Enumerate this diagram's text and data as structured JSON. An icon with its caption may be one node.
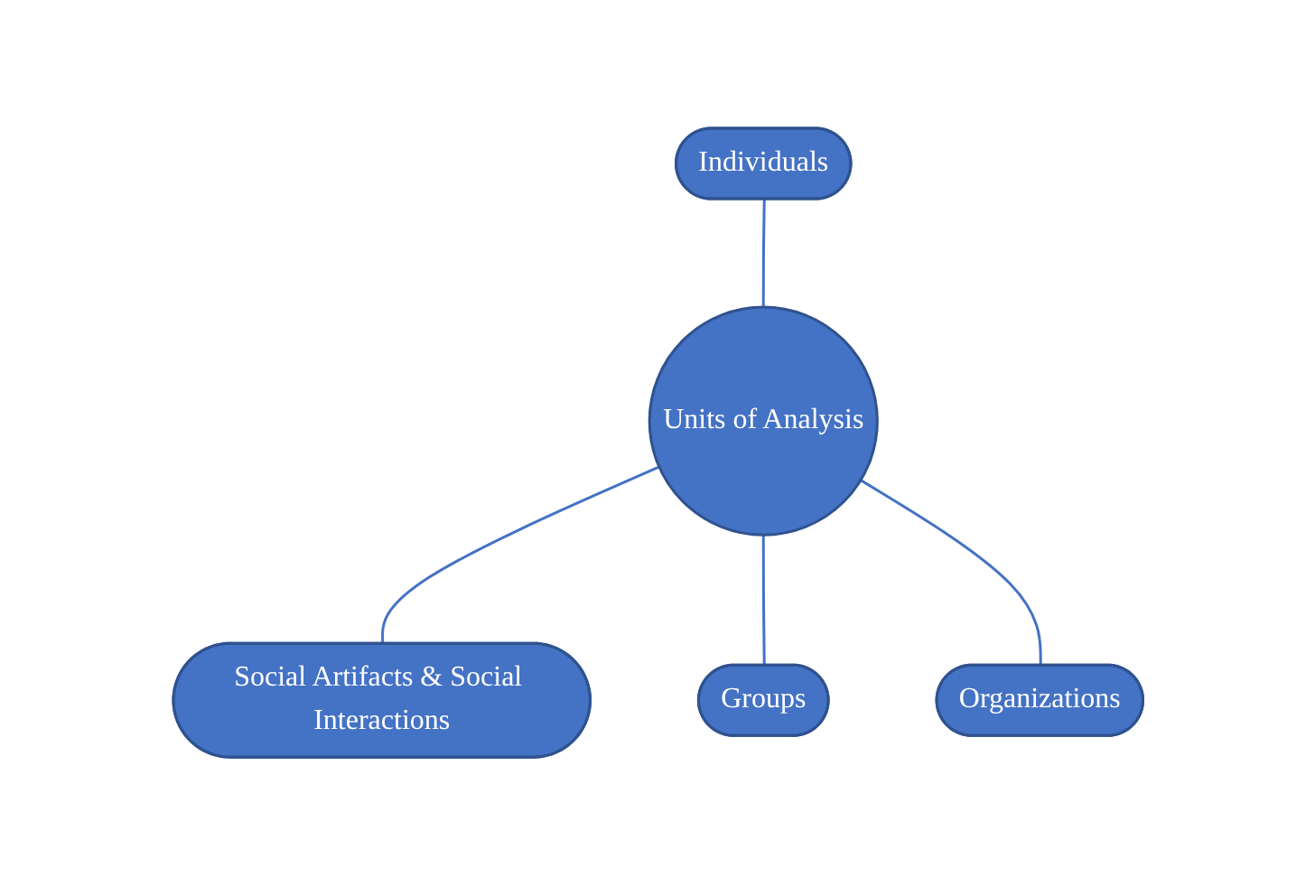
{
  "diagram": {
    "nodes": [
      {
        "text": [
          "Social Artifacts & Social Interactions"
        ]
      },
      {
        "text": [
          "Individuals"
        ]
      },
      {
        "text": [
          "Units of Analysis"
        ]
      },
      {
        "text": [
          "Groups"
        ]
      },
      {
        "text": [
          "Organizations"
        ]
      }
    ],
    "edges": [
      {
        "from": 2,
        "to": 0,
        "arrow": "none"
      },
      {
        "from": 1,
        "to": 2,
        "arrow": "none"
      },
      {
        "from": 2,
        "to": 3,
        "arrow": "none"
      },
      {
        "from": 2,
        "to": 4,
        "arrow": "none"
      }
    ]
  }
}
